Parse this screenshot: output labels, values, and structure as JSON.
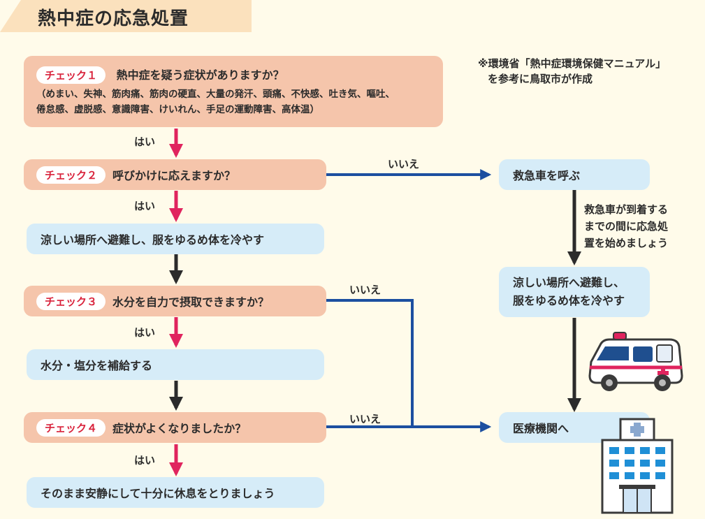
{
  "title": "熱中症の応急処置",
  "note": {
    "line1": "※環境省「熱中症環境保健マニュアル」",
    "line2": "を参考に鳥取市が作成"
  },
  "check1": {
    "badge": "チェック１",
    "question": "熱中症を疑う症状がありますか？",
    "symptoms_line1": "（めまい、失神、筋肉痛、筋肉の硬直、大量の発汗、頭痛、不快感、吐き気、嘔吐、",
    "symptoms_line2": "倦怠感、虚脱感、意識障害、けいれん、手足の運動障害、高体温）"
  },
  "check2": {
    "badge": "チェック２",
    "question": "呼びかけに応えますか？"
  },
  "check3": {
    "badge": "チェック３",
    "question": "水分を自力で摂取できますか？"
  },
  "check4": {
    "badge": "チェック４",
    "question": "症状がよくなりましたか？"
  },
  "actions": {
    "cool_left": "涼しい場所へ避難し、服をゆるめ体を冷やす",
    "hydrate": "水分・塩分を補給する",
    "rest": "そのまま安静にして十分に休息をとりましょう",
    "ambulance": "救急車を呼ぶ",
    "cool_right_line1": "涼しい場所へ避難し、",
    "cool_right_line2": "服をゆるめ体を冷やす",
    "hospital": "医療機関へ"
  },
  "labels": {
    "yes": "はい",
    "no": "いいえ",
    "wait_line1": "救急車が到着する",
    "wait_line2": "までの間に応急処",
    "wait_line3": "置を始めましょう"
  },
  "colors": {
    "yes_arrow": "#e0245e",
    "no_line": "#1c4fa0",
    "plain_arrow": "#2b2b2b",
    "check_box": "#f5c5ab",
    "action_box": "#d6ecf8",
    "badge_text": "#d9223b"
  }
}
